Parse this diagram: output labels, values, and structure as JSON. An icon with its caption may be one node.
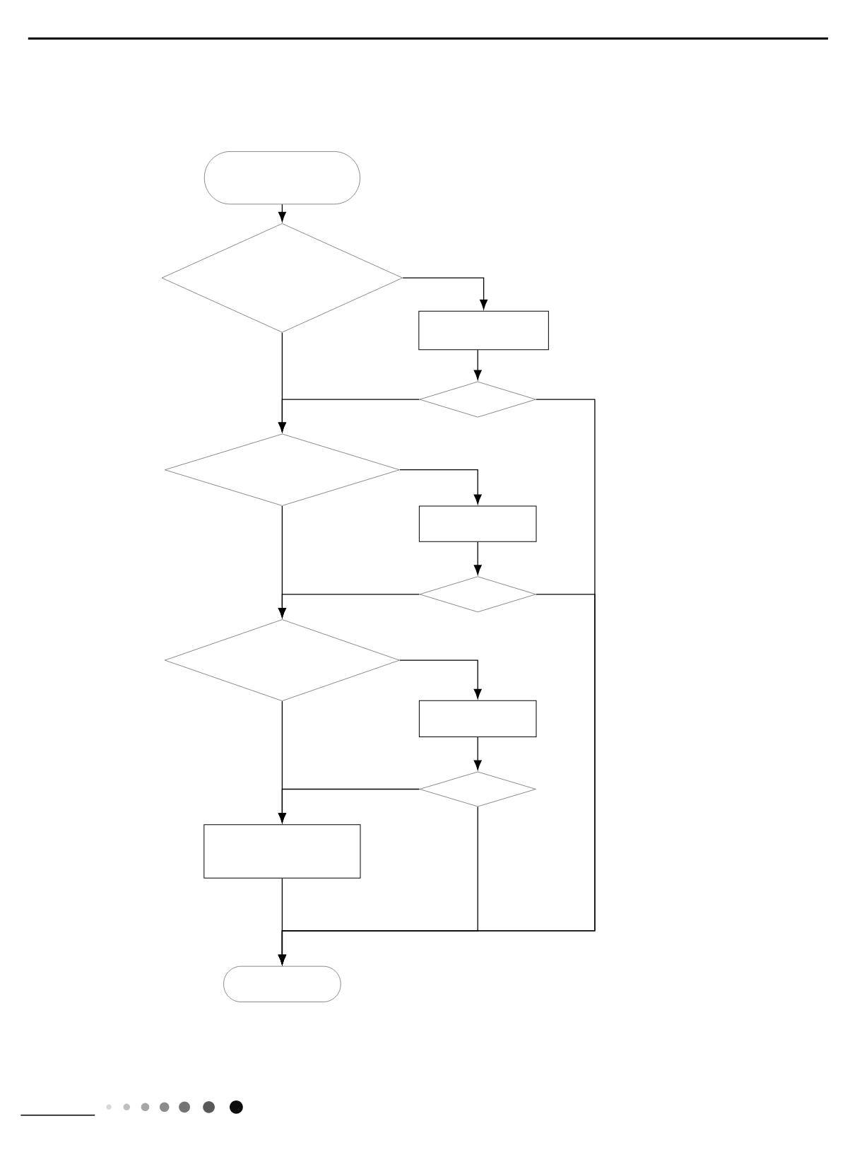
{
  "diagram": {
    "nodes": [
      {
        "text": [],
        "shape": "box"
      },
      {
        "text": [],
        "shape": "diamond"
      },
      {
        "text": [],
        "shape": "box"
      },
      {
        "text": [],
        "shape": "diamond"
      },
      {
        "text": [],
        "shape": "diamond"
      },
      {
        "text": [],
        "shape": "box"
      },
      {
        "text": [],
        "shape": "diamond"
      },
      {
        "text": [],
        "shape": "diamond"
      },
      {
        "text": [],
        "shape": "box"
      },
      {
        "text": [],
        "shape": "diamond"
      },
      {
        "text": [],
        "shape": "box"
      },
      {
        "text": [],
        "shape": "box"
      }
    ],
    "edges": [
      {
        "from": 0,
        "to": 1,
        "arrow": "to"
      },
      {
        "from": 1,
        "to": 2,
        "arrow": "to"
      },
      {
        "from": 1,
        "to": 4,
        "arrow": "to"
      },
      {
        "from": 2,
        "to": 3,
        "arrow": "to"
      },
      {
        "from": 3,
        "to": 4,
        "arrow": "to"
      },
      {
        "from": 3,
        "to": 11,
        "arrow": "to"
      },
      {
        "from": 4,
        "to": 5,
        "arrow": "to"
      },
      {
        "from": 4,
        "to": 7,
        "arrow": "to"
      },
      {
        "from": 5,
        "to": 6,
        "arrow": "to"
      },
      {
        "from": 6,
        "to": 7,
        "arrow": "to"
      },
      {
        "from": 6,
        "to": 11,
        "arrow": "to"
      },
      {
        "from": 7,
        "to": 8,
        "arrow": "to"
      },
      {
        "from": 7,
        "to": 10,
        "arrow": "to"
      },
      {
        "from": 8,
        "to": 9,
        "arrow": "to"
      },
      {
        "from": 9,
        "to": 10,
        "arrow": "to"
      },
      {
        "from": 9,
        "to": 11,
        "arrow": "to"
      },
      {
        "from": 10,
        "to": 11,
        "arrow": "to"
      }
    ]
  }
}
